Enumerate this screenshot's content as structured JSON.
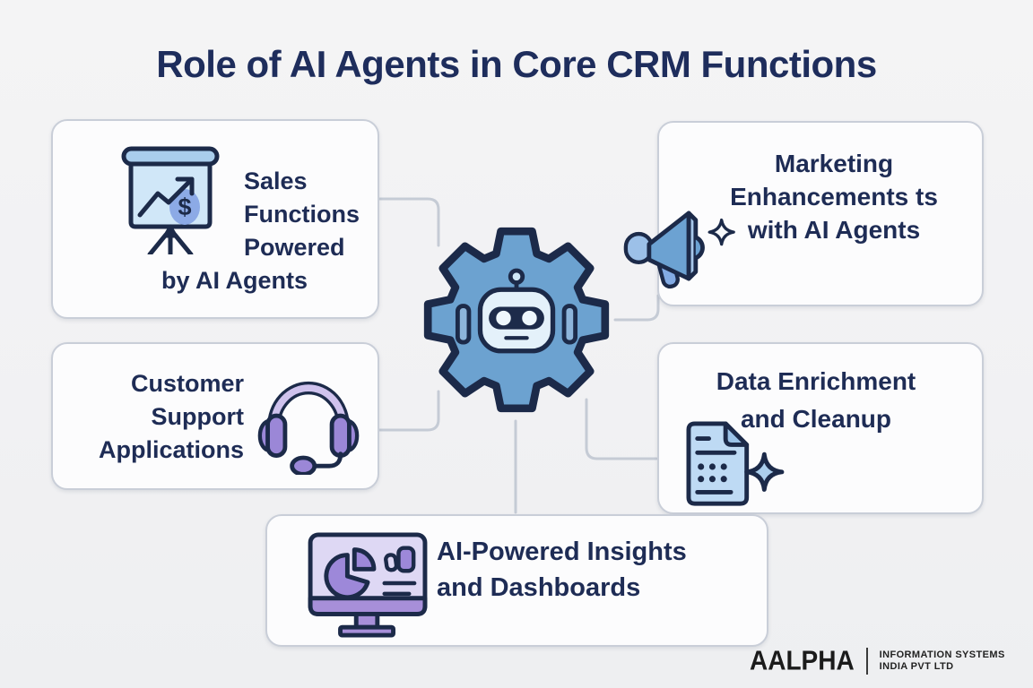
{
  "title": "Role of AI Agents in Core CRM Functions",
  "boxes": [
    {
      "id": "sales",
      "icon": "presentation-chart-icon",
      "lines": [
        "Sales",
        "Functions",
        "Powered",
        "by AI Agents"
      ]
    },
    {
      "id": "marketing",
      "icon": "megaphone-icon",
      "lines": [
        "Marketing",
        "Enhancements ts",
        "with AI Agents"
      ]
    },
    {
      "id": "support",
      "icon": "headset-icon",
      "lines": [
        "Customer",
        "Support",
        "Applications"
      ]
    },
    {
      "id": "data",
      "icon": "document-sparkle-icon",
      "lines": [
        "Data Enrichment",
        "and Cleanup"
      ]
    },
    {
      "id": "insights",
      "icon": "dashboard-monitor-icon",
      "lines": [
        "AI-Powered Insights",
        "and Dashboards"
      ]
    }
  ],
  "center": {
    "icon": "robot-gear-icon"
  },
  "footer": {
    "brand": "AALPHA",
    "tagline_line1": "INFORMATION SYSTEMS",
    "tagline_line2": "INDIA PVT LTD"
  },
  "colors": {
    "background": "#f3f3f4",
    "text_navy": "#1e2c55",
    "outline_navy": "#1c2a49",
    "gear_blue": "#6ca2d0",
    "light_blue": "#cfe7f8",
    "coin_blue": "#8caae6",
    "purple": "#9b87d7",
    "light_purple": "#cfc2ed",
    "pale_purple": "#ded8f4",
    "box_border": "#c9ced8",
    "connector": "#c5cbd5"
  }
}
